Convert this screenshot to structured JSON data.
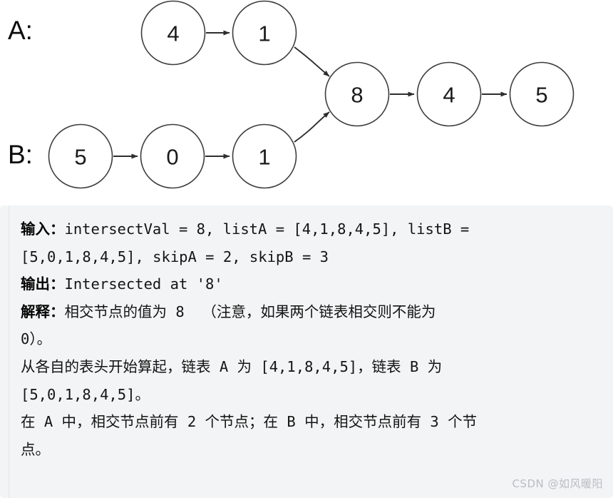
{
  "diagram": {
    "title": "Linked list intersection diagram",
    "row_labels": {
      "a": "A:",
      "b": "B:"
    },
    "list_a_nodes": [
      "4",
      "1"
    ],
    "list_b_nodes": [
      "5",
      "0",
      "1"
    ],
    "shared_nodes": [
      "8",
      "4",
      "5"
    ],
    "intersection_value": "8",
    "colors": {
      "node_stroke": "#3d3d3d",
      "node_fill": "#ffffff",
      "edge": "#2e2e2e",
      "text": "#1a1a1a",
      "card_background": "#f2f4f5"
    }
  },
  "card": {
    "lines": [
      {
        "label": "输入：",
        "body": "intersectVal = 8, listA = [4,1,8,4,5], listB ="
      },
      {
        "label": "",
        "body": "[5,0,1,8,4,5], skipA = 2, skipB = 3"
      },
      {
        "label": "输出：",
        "body": "Intersected at '8'"
      },
      {
        "label": "解释：",
        "body": "相交节点的值为 8  （注意，如果两个链表相交则不能为"
      },
      {
        "label": "",
        "body": "0）。"
      },
      {
        "label": "",
        "body": "从各自的表头开始算起，链表 A 为 [4,1,8,4,5]，链表 B 为"
      },
      {
        "label": "",
        "body": "[5,0,1,8,4,5]。"
      },
      {
        "label": "",
        "body": "在 A 中，相交节点前有 2 个节点；在 B 中，相交节点前有 3 个节"
      },
      {
        "label": "",
        "body": "点。"
      }
    ]
  },
  "watermark": {
    "text": "CSDN @如风暖阳"
  }
}
